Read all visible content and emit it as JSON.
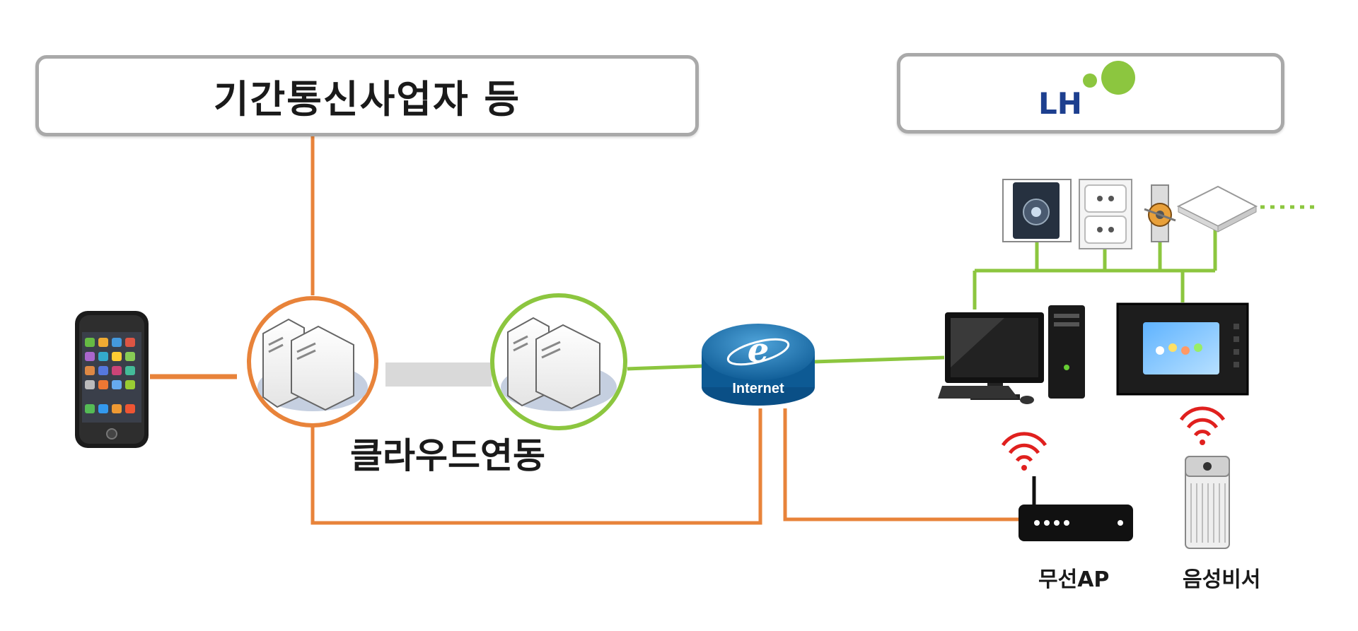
{
  "header": {
    "operator_title": "기간통신사업자 등",
    "lh_logo_text": "LH"
  },
  "labels": {
    "cloud_link": "클라우드연동",
    "wireless_ap": "무선AP",
    "voice_assistant": "음성비서"
  },
  "router": {
    "internet_label": "Internet"
  },
  "colors": {
    "orange_link": "#e8833a",
    "green_link": "#8cc63f",
    "gray_link": "#d9d9d9",
    "box_border": "#a9a9a9",
    "lh_blue": "#1d3f8f",
    "wifi_red": "#e0201e"
  }
}
